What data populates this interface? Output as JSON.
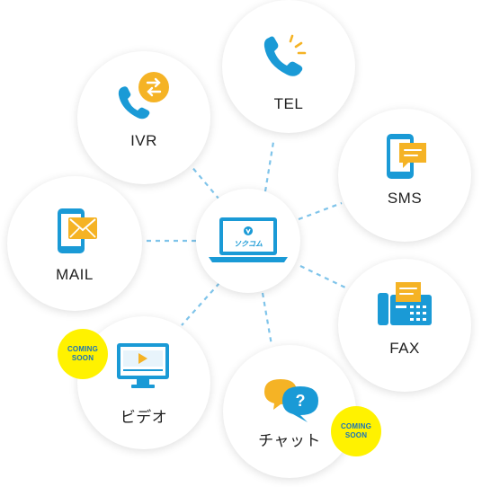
{
  "center": {
    "logo_text": "ソクコム"
  },
  "channels": {
    "tel": {
      "label": "TEL"
    },
    "ivr": {
      "label": "IVR"
    },
    "sms": {
      "label": "SMS"
    },
    "mail": {
      "label": "MAIL"
    },
    "fax": {
      "label": "FAX"
    },
    "video": {
      "label": "ビデオ",
      "badge": [
        "COMING",
        "SOON"
      ]
    },
    "chat": {
      "label": "チャット",
      "badge": [
        "COMING",
        "SOON"
      ]
    }
  },
  "colors": {
    "primary": "#1a9ad6",
    "accent": "#f5b325",
    "badge": "#fff200",
    "link": "#7fc4ea"
  }
}
